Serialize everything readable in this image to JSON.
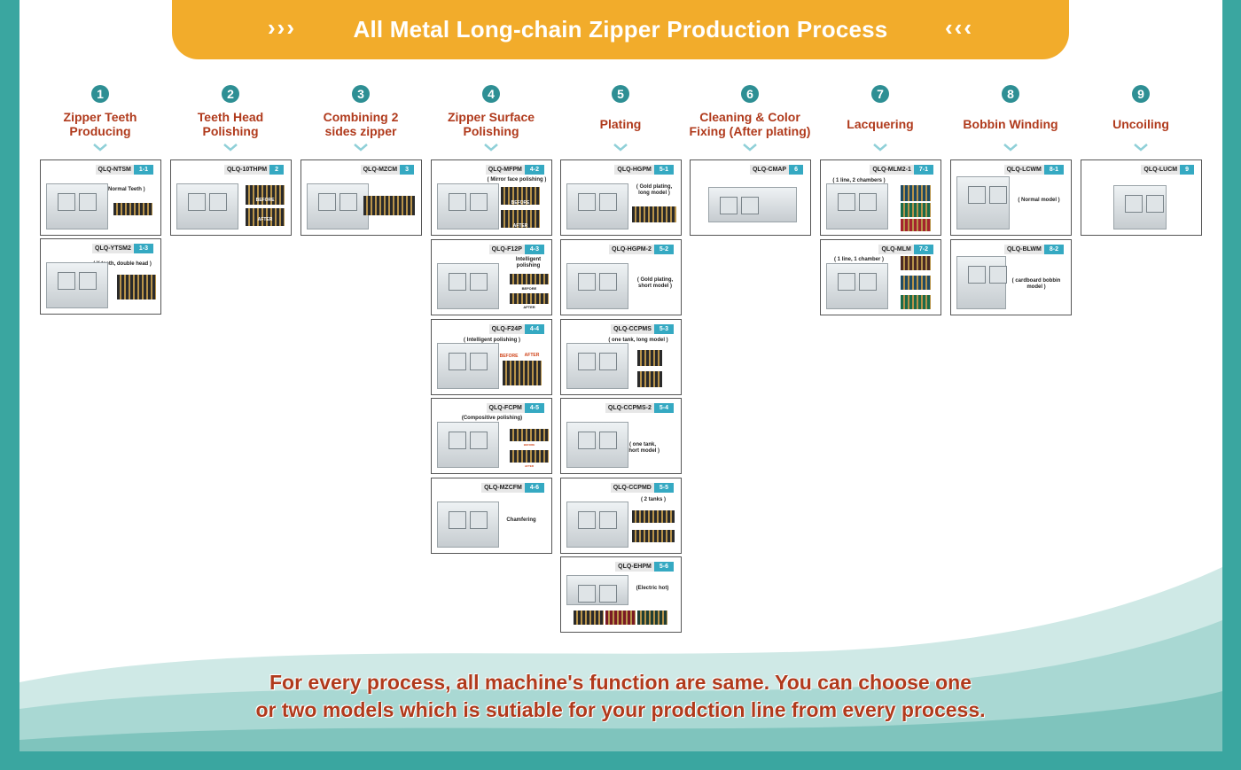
{
  "title": "All Metal Long-chain Zipper Production Process",
  "chevron_left": "›››",
  "chevron_right": "‹‹‹",
  "colors": {
    "frame": "#3aa6a0",
    "banner": "#f2ac2b",
    "title_text": "#b03a1c",
    "number_circle": "#2e8f94",
    "model_tag": "#35a9c2"
  },
  "steps": [
    {
      "num": "1",
      "title": "Zipper Teeth\nProducing"
    },
    {
      "num": "2",
      "title": "Teeth Head\nPolishing"
    },
    {
      "num": "3",
      "title": "Combining 2\nsides zipper"
    },
    {
      "num": "4",
      "title": "Zipper Surface\nPolishing"
    },
    {
      "num": "5",
      "title": "Plating"
    },
    {
      "num": "6",
      "title": "Cleaning & Color\nFixing (After plating)"
    },
    {
      "num": "7",
      "title": "Lacquering"
    },
    {
      "num": "8",
      "title": "Bobbin Winding"
    },
    {
      "num": "9",
      "title": "Uncoiling"
    }
  ],
  "cards": [
    {
      "model": "QLQ-NTSM",
      "tag": "1-1",
      "note": "( Normal Teeth )"
    },
    {
      "model": "QLQ-YTSM2",
      "tag": "1-3",
      "note": "( Y teeth, double head )"
    },
    {
      "model": "QLQ-10THPM",
      "tag": "2",
      "note": "",
      "before": "BEFORE",
      "after": "AFTER"
    },
    {
      "model": "QLQ-MZCM",
      "tag": "3",
      "note": ""
    },
    {
      "model": "QLQ-MFPM",
      "tag": "4-2",
      "note": "( Mirror face polishing )",
      "before": "BEFORE",
      "after": "AFTER"
    },
    {
      "model": "QLQ-F12P",
      "tag": "4-3",
      "note": "Intelligent\npolishing",
      "before": "BEFORE",
      "after": "AFTER"
    },
    {
      "model": "QLQ-F24P",
      "tag": "4-4",
      "note": "( Intelligent polishing )",
      "before": "BEFORE",
      "after": "AFTER"
    },
    {
      "model": "QLQ-FCPM",
      "tag": "4-5",
      "note": "(Compositive polishing)",
      "before": "BEFORE",
      "after": "AFTER"
    },
    {
      "model": "QLQ-MZCFM",
      "tag": "4-6",
      "note": "Chamfering"
    },
    {
      "model": "QLQ-HGPM",
      "tag": "5-1",
      "note": "( Gold plating,\nlong model )"
    },
    {
      "model": "QLQ-HGPM-2",
      "tag": "5-2",
      "note": "( Gold plating,\nshort model )"
    },
    {
      "model": "QLQ-CCPMS",
      "tag": "5-3",
      "note": "( one tank, long model )"
    },
    {
      "model": "QLQ-CCPMS-2",
      "tag": "5-4",
      "note": "( one tank,\nshort model )"
    },
    {
      "model": "QLQ-CCPMD",
      "tag": "5-5",
      "note": "( 2 tanks )"
    },
    {
      "model": "QLQ-EHPM",
      "tag": "5-6",
      "note": "(Electric hot)"
    },
    {
      "model": "QLQ-CMAP",
      "tag": "6",
      "note": ""
    },
    {
      "model": "QLQ-MLM2-1",
      "tag": "7-1",
      "note": "( 1 line, 2 chambers )"
    },
    {
      "model": "QLQ-MLM",
      "tag": "7-2",
      "note": "( 1 line, 1 chamber )"
    },
    {
      "model": "QLQ-LCWM",
      "tag": "8-1",
      "note": "( Normal model )"
    },
    {
      "model": "QLQ-BLWM",
      "tag": "8-2",
      "note": "( cardboard bobbin\nmodel )"
    },
    {
      "model": "QLQ-LUCM",
      "tag": "9",
      "note": ""
    }
  ],
  "footer": {
    "line1": "For every process, all machine's function are same. You can choose one",
    "line2": "or two models which is sutiable for your prodction line from every process."
  }
}
